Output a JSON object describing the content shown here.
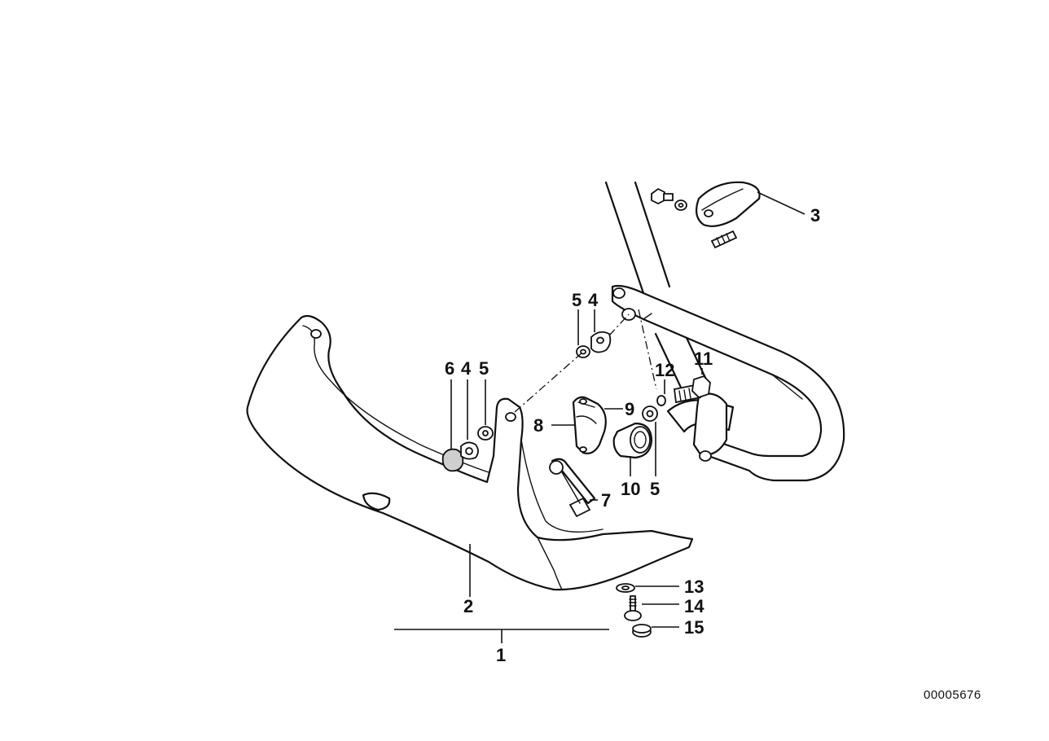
{
  "diagram": {
    "reference_number": "00005676",
    "callouts": [
      {
        "id": "c1",
        "label": "1"
      },
      {
        "id": "c2",
        "label": "2"
      },
      {
        "id": "c3",
        "label": "3"
      },
      {
        "id": "c4a",
        "label": "4"
      },
      {
        "id": "c4b",
        "label": "4"
      },
      {
        "id": "c5a",
        "label": "5"
      },
      {
        "id": "c5b",
        "label": "5"
      },
      {
        "id": "c5c",
        "label": "5"
      },
      {
        "id": "c6",
        "label": "6"
      },
      {
        "id": "c7",
        "label": "7"
      },
      {
        "id": "c8",
        "label": "8"
      },
      {
        "id": "c9",
        "label": "9"
      },
      {
        "id": "c10",
        "label": "10"
      },
      {
        "id": "c11",
        "label": "11"
      },
      {
        "id": "c12",
        "label": "12"
      },
      {
        "id": "c13",
        "label": "13"
      },
      {
        "id": "c14",
        "label": "14"
      },
      {
        "id": "c15",
        "label": "15"
      }
    ]
  }
}
